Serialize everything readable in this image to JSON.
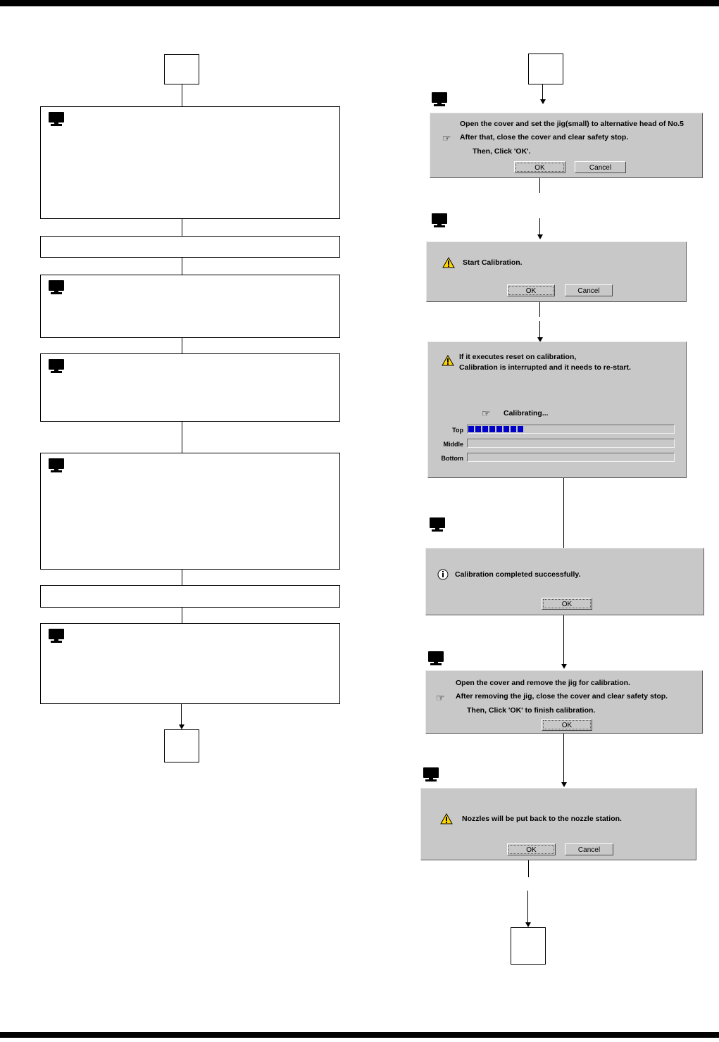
{
  "page": {
    "title": "Calibration flow chart with operator dialogs"
  },
  "left_flow": {
    "start_terminator": "",
    "end_terminator": "",
    "steps": [
      {
        "name": "step-1",
        "label": "",
        "has_monitor_icon": true
      },
      {
        "name": "step-2",
        "label": "",
        "has_monitor_icon": false
      },
      {
        "name": "step-3",
        "label": "",
        "has_monitor_icon": true
      },
      {
        "name": "step-4",
        "label": "",
        "has_monitor_icon": true
      },
      {
        "name": "step-5",
        "label": "",
        "has_monitor_icon": true
      },
      {
        "name": "step-6",
        "label": "",
        "has_monitor_icon": false
      },
      {
        "name": "step-7",
        "label": "",
        "has_monitor_icon": true
      }
    ]
  },
  "dialogs": [
    {
      "id": "set-jig",
      "icon": "hand-pointer-icon",
      "lines": [
        "Open the cover and set the jig(small) to alternative head of No.5",
        "After that, close the cover and clear safety stop.",
        "Then, Click 'OK'."
      ],
      "buttons": [
        {
          "name": "ok-button",
          "label": "OK",
          "focused": true
        },
        {
          "name": "cancel-button",
          "label": "Cancel",
          "focused": false
        }
      ]
    },
    {
      "id": "start-calibration",
      "icon": "warning-icon",
      "lines": [
        "Start Calibration."
      ],
      "buttons": [
        {
          "name": "ok-button",
          "label": "OK",
          "focused": true
        },
        {
          "name": "cancel-button",
          "label": "Cancel",
          "focused": false
        }
      ]
    },
    {
      "id": "calibrating",
      "icon": "warning-icon",
      "lines": [
        "If it executes reset on calibration,",
        "Calibration is interrupted and it needs to re-start."
      ],
      "status_icon": "hand-pointer-icon",
      "status_text": "Calibrating...",
      "progress": [
        {
          "label": "Top",
          "segments": 8,
          "percent": 27
        },
        {
          "label": "Middle",
          "segments": 0,
          "percent": 0
        },
        {
          "label": "Bottom",
          "segments": 0,
          "percent": 0
        }
      ],
      "buttons": []
    },
    {
      "id": "calibration-complete",
      "icon": "info-icon",
      "lines": [
        "Calibration completed successfully."
      ],
      "buttons": [
        {
          "name": "ok-button",
          "label": "OK",
          "focused": true
        }
      ]
    },
    {
      "id": "remove-jig",
      "icon": "hand-pointer-icon",
      "lines": [
        "Open the cover and remove the jig for calibration.",
        "After removing the jig, close the cover and clear safety stop.",
        "Then, Click 'OK' to finish calibration."
      ],
      "buttons": [
        {
          "name": "ok-button",
          "label": "OK",
          "focused": true
        }
      ]
    },
    {
      "id": "nozzle-return",
      "icon": "warning-icon",
      "lines": [
        "Nozzles will be put back to the nozzle station."
      ],
      "buttons": [
        {
          "name": "ok-button",
          "label": "OK",
          "focused": true
        },
        {
          "name": "cancel-button",
          "label": "Cancel",
          "focused": false
        }
      ]
    }
  ],
  "right_flow": {
    "start_terminator": "",
    "end_terminator": ""
  },
  "colors": {
    "dialog_face": "#c8c8c8",
    "progress_fill": "#0000c8",
    "warning_yellow": "#ffd700",
    "line": "#000000"
  }
}
